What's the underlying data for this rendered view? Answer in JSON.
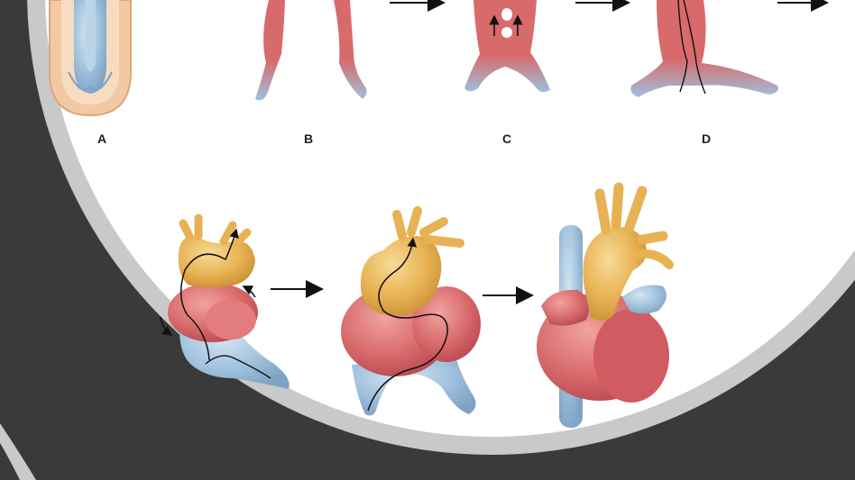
{
  "figure": {
    "stage_labels": [
      "A",
      "B",
      "C",
      "D"
    ],
    "colors": {
      "background": "#3a3a3a",
      "ring": "#c9c9c9",
      "panel": "#ffffff",
      "venous_blue": "#9fc0dc",
      "arterial_red": "#d86a6c",
      "outflow_gold": "#e7b253",
      "flow_line": "#111111"
    },
    "icons": [
      "arrow-right-icon",
      "flow-arrow-icon",
      "embryo-icon",
      "heart-tube-icon",
      "heart-icon"
    ]
  }
}
